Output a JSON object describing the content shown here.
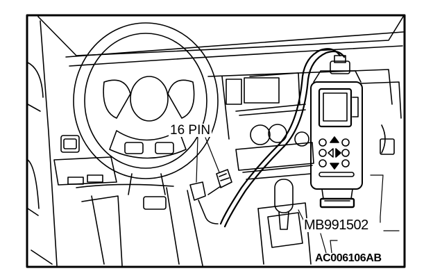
{
  "figure": {
    "callouts": {
      "connector_label": "16 PIN",
      "tool_label": "MB991502",
      "figure_code": "AC006106AB"
    },
    "colors": {
      "line": "#000000",
      "paper": "#ffffff"
    }
  }
}
